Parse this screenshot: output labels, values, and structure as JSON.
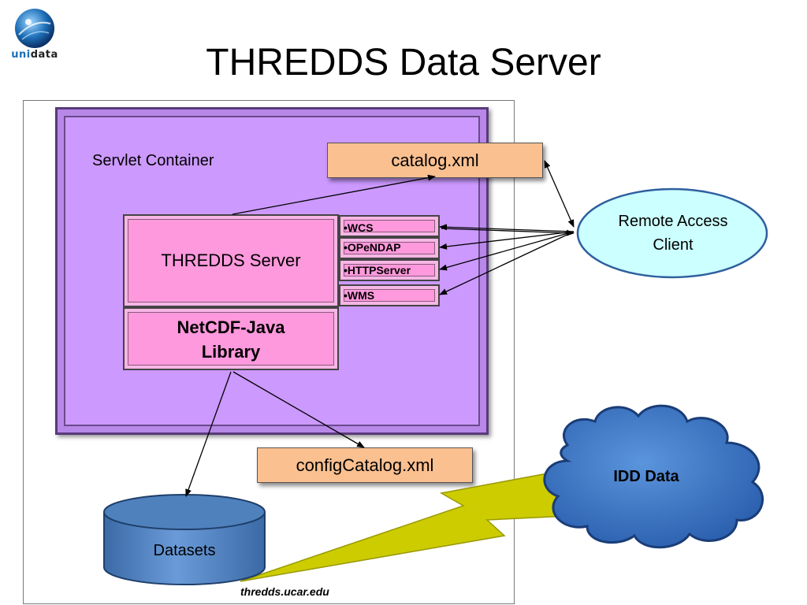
{
  "title": "THREDDS Data Server",
  "logo": {
    "uni": "uni",
    "data": "data"
  },
  "servlet_container": "Servlet Container",
  "thredds_server": "THREDDS Server",
  "netcdf_library": [
    "NetCDF-Java",
    "Library"
  ],
  "services": [
    "•WCS",
    "•OPeNDAP",
    "•HTTPServer",
    "•WMS"
  ],
  "catalog": "catalog.xml",
  "config_catalog": "configCatalog.xml",
  "remote_client": [
    "Remote Access",
    "Client"
  ],
  "datasets": "Datasets",
  "idd_data": "IDD Data",
  "footer_url": "thredds.ucar.edu",
  "colors": {
    "servlet": "#cc99ff",
    "pink_box": "#ff99dd",
    "orange_box": "#fac090",
    "client": "#ccffff",
    "dataset_cylinder": "#4f81bd",
    "cloud": "#3a74c4",
    "lightning": "#cccc00"
  }
}
